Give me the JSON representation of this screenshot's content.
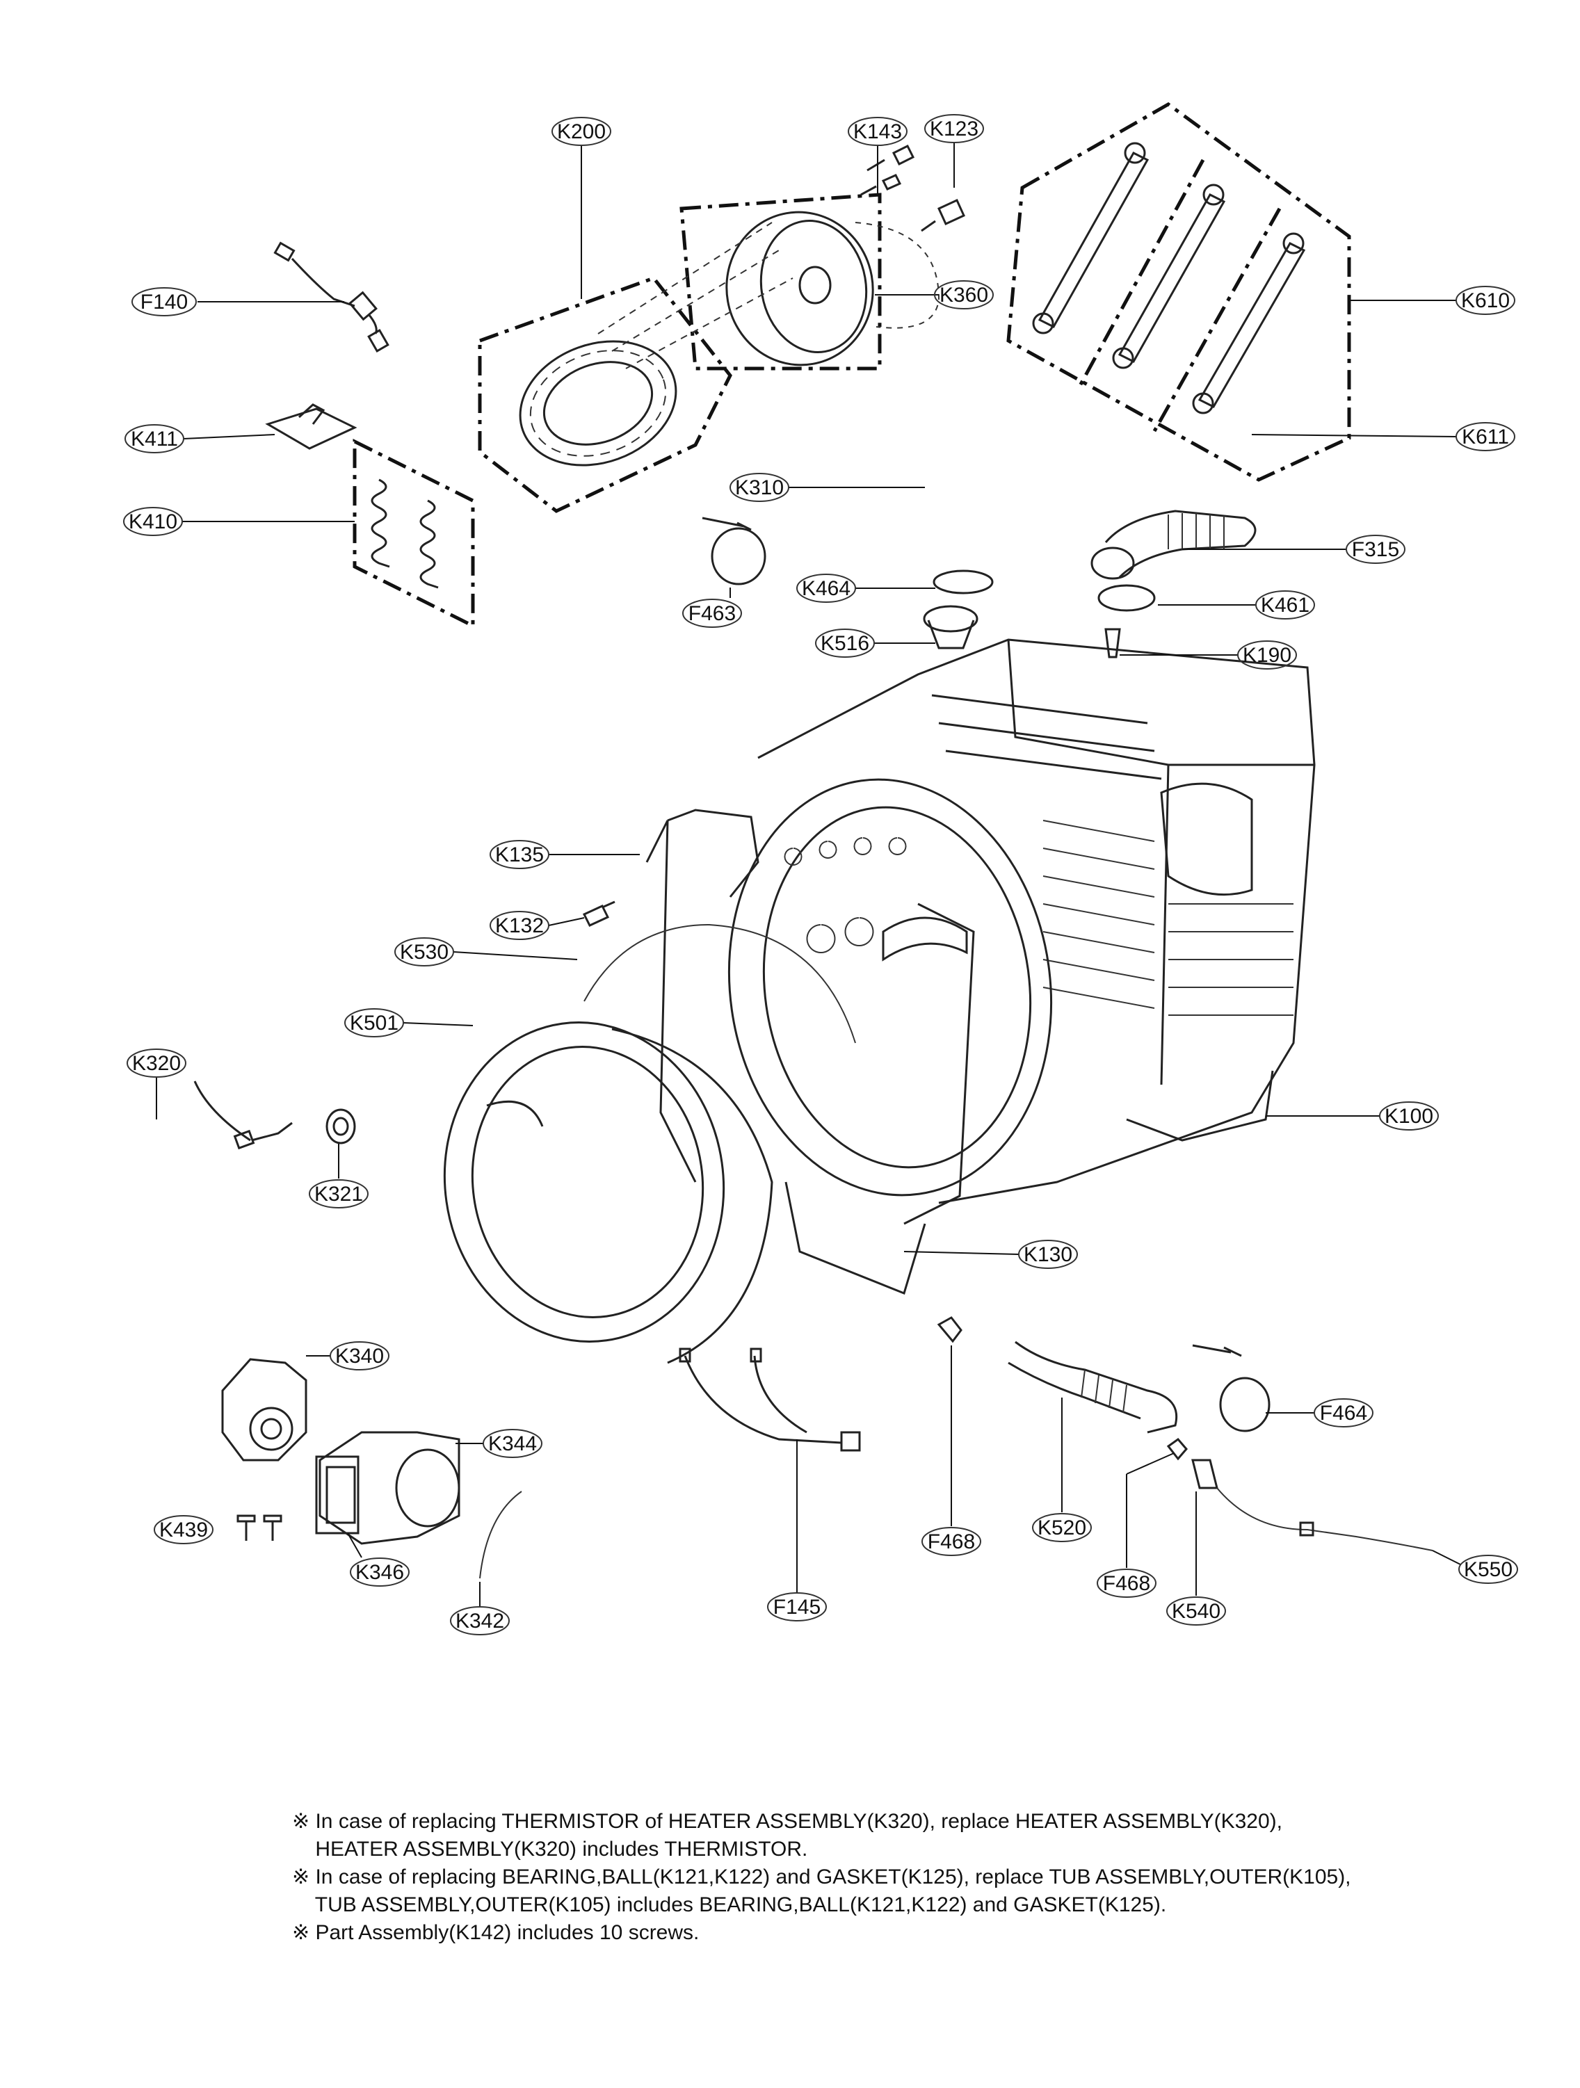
{
  "labels": [
    {
      "id": "K200",
      "text": "K200"
    },
    {
      "id": "K143",
      "text": "K143"
    },
    {
      "id": "K123",
      "text": "K123"
    },
    {
      "id": "F140",
      "text": "F140"
    },
    {
      "id": "K360",
      "text": "K360"
    },
    {
      "id": "K610",
      "text": "K610"
    },
    {
      "id": "K411",
      "text": "K411"
    },
    {
      "id": "K611",
      "text": "K611"
    },
    {
      "id": "K410",
      "text": "K410"
    },
    {
      "id": "K310",
      "text": "K310"
    },
    {
      "id": "F315",
      "text": "F315"
    },
    {
      "id": "K464",
      "text": "K464"
    },
    {
      "id": "F463",
      "text": "F463"
    },
    {
      "id": "K461",
      "text": "K461"
    },
    {
      "id": "K516",
      "text": "K516"
    },
    {
      "id": "K190",
      "text": "K190"
    },
    {
      "id": "K135",
      "text": "K135"
    },
    {
      "id": "K132",
      "text": "K132"
    },
    {
      "id": "K530",
      "text": "K530"
    },
    {
      "id": "K501",
      "text": "K501"
    },
    {
      "id": "K320",
      "text": "K320"
    },
    {
      "id": "K100",
      "text": "K100"
    },
    {
      "id": "K321",
      "text": "K321"
    },
    {
      "id": "K130",
      "text": "K130"
    },
    {
      "id": "K340",
      "text": "K340"
    },
    {
      "id": "F464",
      "text": "F464"
    },
    {
      "id": "K344",
      "text": "K344"
    },
    {
      "id": "F468a",
      "text": "F468"
    },
    {
      "id": "K520",
      "text": "K520"
    },
    {
      "id": "K439",
      "text": "K439"
    },
    {
      "id": "K346",
      "text": "K346"
    },
    {
      "id": "F468b",
      "text": "F468"
    },
    {
      "id": "K550",
      "text": "K550"
    },
    {
      "id": "K342",
      "text": "K342"
    },
    {
      "id": "F145",
      "text": "F145"
    },
    {
      "id": "K540",
      "text": "K540"
    }
  ],
  "notes": [
    "※ In case of replacing THERMISTOR of HEATER ASSEMBLY(K320), replace HEATER ASSEMBLY(K320),",
    "    HEATER ASSEMBLY(K320) includes THERMISTOR.",
    "※ In case of replacing BEARING,BALL(K121,K122) and GASKET(K125), replace TUB ASSEMBLY,OUTER(K105),",
    "    TUB ASSEMBLY,OUTER(K105) includes BEARING,BALL(K121,K122) and GASKET(K125).",
    "※ Part Assembly(K142) includes 10 screws."
  ]
}
